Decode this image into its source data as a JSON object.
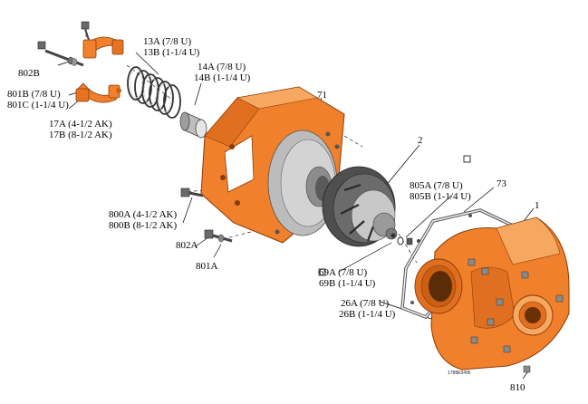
{
  "labels": {
    "l_802b": "802B",
    "l_801b": "801B (7/8 U)",
    "l_801c": "801C (1-1/4 U)",
    "l_17a": "17A (4-1/2 AK)",
    "l_17b": "17B (8-1/2 AK)",
    "l_13a": "13A (7/8 U)",
    "l_13b": "13B (1-1/4 U)",
    "l_14a": "14A (7/8 U)",
    "l_14b": "14B (1-1/4 U)",
    "l_71": "71",
    "l_2": "2",
    "l_805a": "805A (7/8 U)",
    "l_805b": "805B (1-1/4 U)",
    "l_73": "73",
    "l_1": "1",
    "l_800a": "800A (4-1/2 AK)",
    "l_800b": "800B (8-1/2 AK)",
    "l_802a": "802A",
    "l_801a": "801A",
    "l_69a": "69A (7/8 U)",
    "l_69b": "69B (1-1/4 U)",
    "l_26a": "26A (7/8 U)",
    "l_26b": "26B (1-1/4 U)",
    "l_810": "810",
    "drawing_no": "1788E0495"
  },
  "colors": {
    "orange": "#f0802c",
    "orange_dark": "#c85f14",
    "orange_light": "#f7a860",
    "gray": "#b9b9b9",
    "gray_dark": "#4a4a4a",
    "gray_light": "#dcdcdc"
  }
}
